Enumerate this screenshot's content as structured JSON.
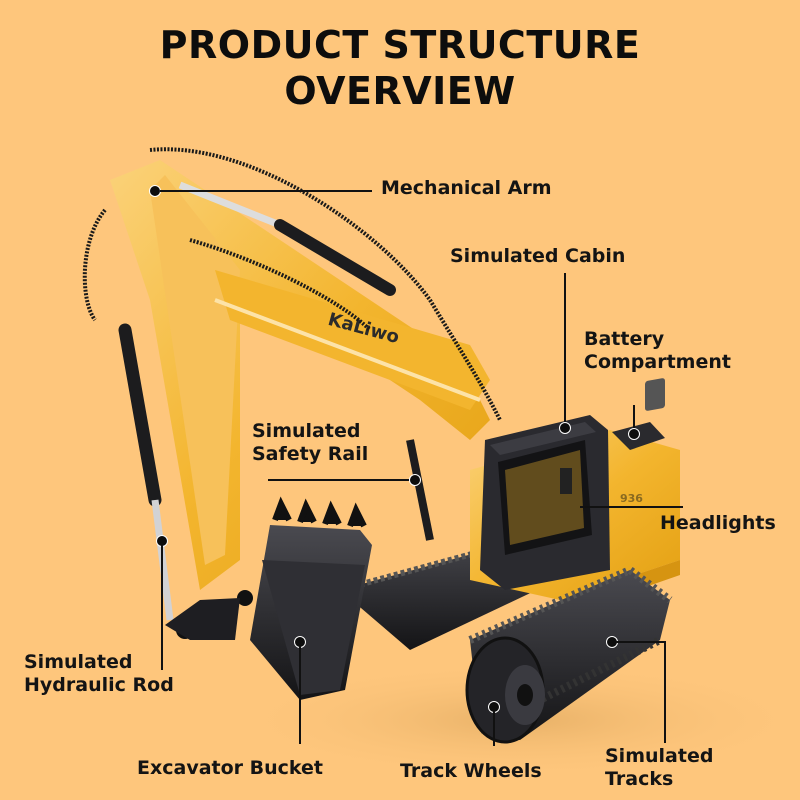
{
  "header": {
    "title_line1": "PRODUCT STRUCTURE",
    "title_line2": "OVERVIEW"
  },
  "product": {
    "brand_logo_text": "KaLiwo",
    "model_number": "936"
  },
  "callouts": [
    {
      "id": "mechanical-arm",
      "lines": [
        "Mechanical Arm"
      ]
    },
    {
      "id": "simulated-cabin",
      "lines": [
        "Simulated Cabin"
      ]
    },
    {
      "id": "battery-compartment",
      "lines": [
        "Battery",
        "Compartment"
      ]
    },
    {
      "id": "simulated-safety-rail",
      "lines": [
        "Simulated",
        "Safety Rail"
      ]
    },
    {
      "id": "headlights",
      "lines": [
        "Headlights"
      ]
    },
    {
      "id": "simulated-hydraulic-rod",
      "lines": [
        "Simulated",
        "Hydraulic Rod"
      ]
    },
    {
      "id": "excavator-bucket",
      "lines": [
        "Excavator Bucket"
      ]
    },
    {
      "id": "track-wheels",
      "lines": [
        "Track Wheels"
      ]
    },
    {
      "id": "simulated-tracks",
      "lines": [
        "Simulated",
        "Tracks"
      ]
    }
  ],
  "colors": {
    "background": "#fec67c",
    "body_yellow": "#f5b325",
    "plastic_black": "#1e1e22",
    "text": "#111111"
  }
}
